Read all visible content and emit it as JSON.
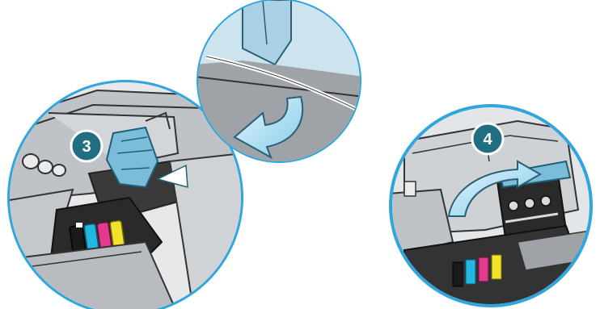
{
  "steps": [
    {
      "number": "3"
    },
    {
      "number": "4"
    }
  ],
  "colors": {
    "accent_blue": "#2fa6dc",
    "badge_teal": "#1f6f80",
    "printer_gray": "#c9ccd0",
    "printer_dark": "#2a2a2a",
    "cartridge_black": "#1a1a1a",
    "cartridge_cyan": "#22b8e0",
    "cartridge_magenta": "#e23a8c",
    "cartridge_yellow": "#f2e22a"
  },
  "icons": {
    "curved_arrow": "curved-arrow-icon",
    "callout": "zoom-callout"
  }
}
